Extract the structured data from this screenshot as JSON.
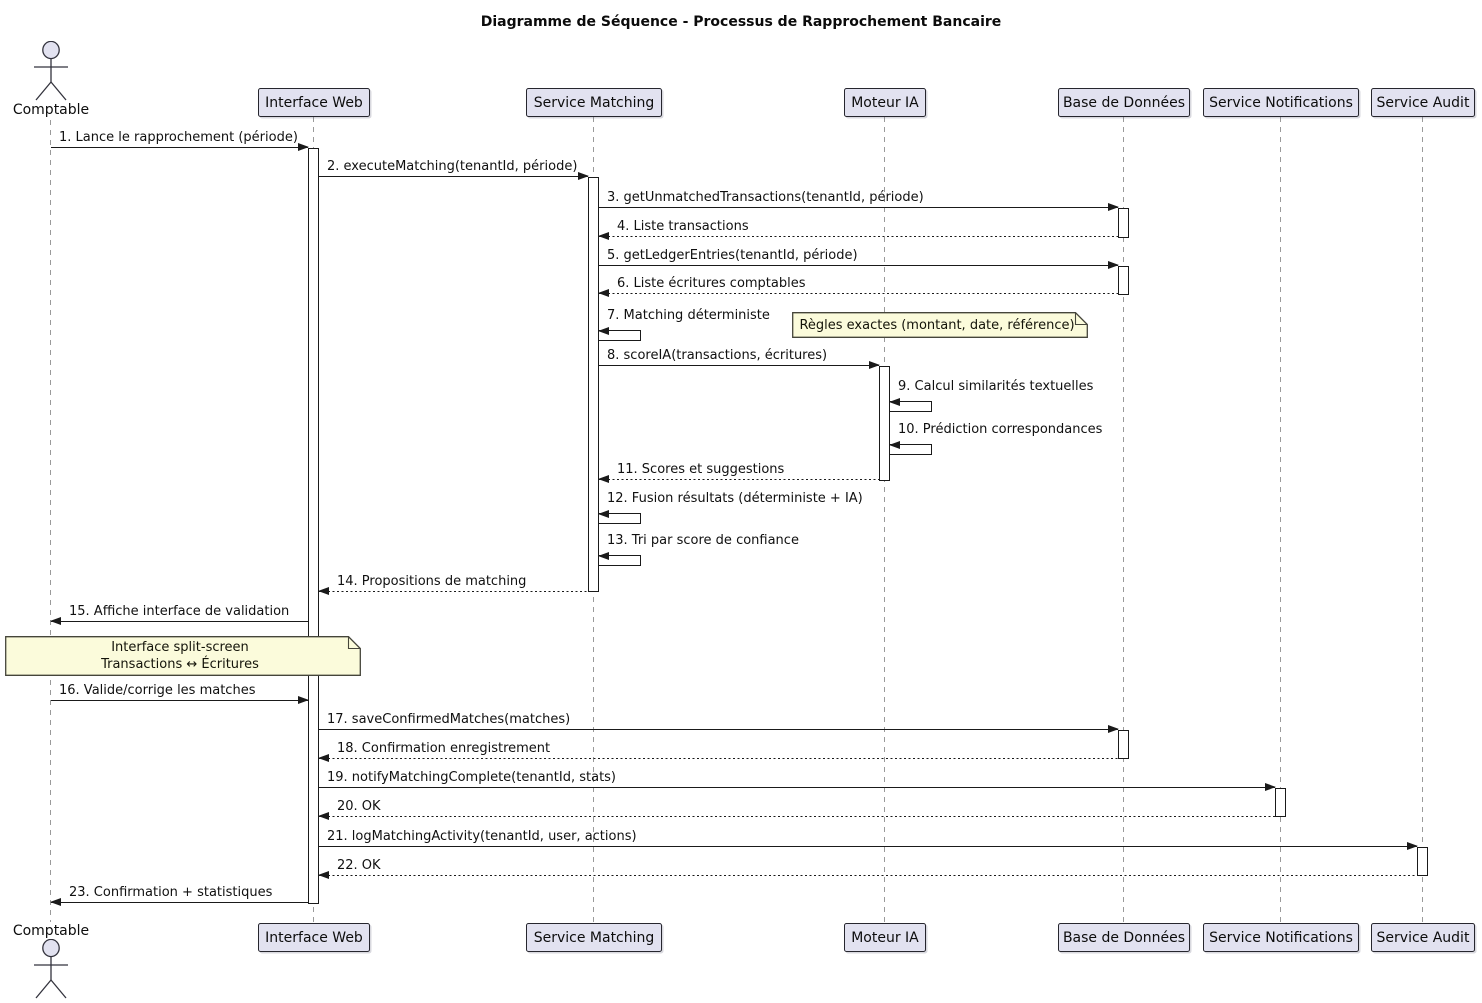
{
  "diagram": {
    "title": "Diagramme de Séquence - Processus de Rapprochement Bancaire",
    "type": "uml-sequence"
  },
  "actor": {
    "top_label": "Comptable",
    "bottom_label": "Comptable"
  },
  "participants": [
    {
      "name": "Interface Web"
    },
    {
      "name": "Service Matching"
    },
    {
      "name": "Moteur IA"
    },
    {
      "name": "Base de Données"
    },
    {
      "name": "Service Notifications"
    },
    {
      "name": "Service Audit"
    }
  ],
  "messages": [
    {
      "label": "1. Lance le rapprochement (période)",
      "from": "Comptable",
      "to": "Interface Web",
      "kind": "sync"
    },
    {
      "label": "2. executeMatching(tenantId, période)",
      "from": "Interface Web",
      "to": "Service Matching",
      "kind": "sync"
    },
    {
      "label": "3. getUnmatchedTransactions(tenantId, période)",
      "from": "Service Matching",
      "to": "Base de Données",
      "kind": "sync"
    },
    {
      "label": "4. Liste transactions",
      "from": "Base de Données",
      "to": "Service Matching",
      "kind": "return"
    },
    {
      "label": "5. getLedgerEntries(tenantId, période)",
      "from": "Service Matching",
      "to": "Base de Données",
      "kind": "sync"
    },
    {
      "label": "6. Liste écritures comptables",
      "from": "Base de Données",
      "to": "Service Matching",
      "kind": "return"
    },
    {
      "label": "7. Matching déterministe",
      "from": "Service Matching",
      "to": "Service Matching",
      "kind": "self"
    },
    {
      "label": "8. scoreIA(transactions, écritures)",
      "from": "Service Matching",
      "to": "Moteur IA",
      "kind": "sync"
    },
    {
      "label": "9. Calcul similarités textuelles",
      "from": "Moteur IA",
      "to": "Moteur IA",
      "kind": "self"
    },
    {
      "label": "10. Prédiction correspondances",
      "from": "Moteur IA",
      "to": "Moteur IA",
      "kind": "self"
    },
    {
      "label": "11. Scores et suggestions",
      "from": "Moteur IA",
      "to": "Service Matching",
      "kind": "return"
    },
    {
      "label": "12. Fusion résultats (déterministe + IA)",
      "from": "Service Matching",
      "to": "Service Matching",
      "kind": "self"
    },
    {
      "label": "13. Tri par score de confiance",
      "from": "Service Matching",
      "to": "Service Matching",
      "kind": "self"
    },
    {
      "label": "14. Propositions de matching",
      "from": "Service Matching",
      "to": "Interface Web",
      "kind": "return"
    },
    {
      "label": "15. Affiche interface de validation",
      "from": "Interface Web",
      "to": "Comptable",
      "kind": "sync"
    },
    {
      "label": "16. Valide/corrige les matches",
      "from": "Comptable",
      "to": "Interface Web",
      "kind": "sync"
    },
    {
      "label": "17. saveConfirmedMatches(matches)",
      "from": "Interface Web",
      "to": "Base de Données",
      "kind": "sync"
    },
    {
      "label": "18. Confirmation enregistrement",
      "from": "Base de Données",
      "to": "Interface Web",
      "kind": "return"
    },
    {
      "label": "19. notifyMatchingComplete(tenantId, stats)",
      "from": "Interface Web",
      "to": "Service Notifications",
      "kind": "sync"
    },
    {
      "label": "20. OK",
      "from": "Service Notifications",
      "to": "Interface Web",
      "kind": "return"
    },
    {
      "label": "21. logMatchingActivity(tenantId, user, actions)",
      "from": "Interface Web",
      "to": "Service Audit",
      "kind": "sync"
    },
    {
      "label": "22. OK",
      "from": "Service Audit",
      "to": "Interface Web",
      "kind": "return"
    },
    {
      "label": "23. Confirmation + statistiques",
      "from": "Interface Web",
      "to": "Comptable",
      "kind": "sync"
    }
  ],
  "notes": [
    {
      "text": "Règles exactes (montant, date, référence)"
    },
    {
      "line1": "Interface split-screen",
      "line2": "Transactions ↔ Écritures"
    }
  ],
  "colors": {
    "participant_fill": "#E2E2F0",
    "participant_border": "#26262E",
    "note_fill": "#FBFBDB",
    "note_border": "#45453A",
    "lifeline": "#9A9A9A",
    "message_line": "#1A1A1A",
    "background": "#FFFFFF"
  }
}
